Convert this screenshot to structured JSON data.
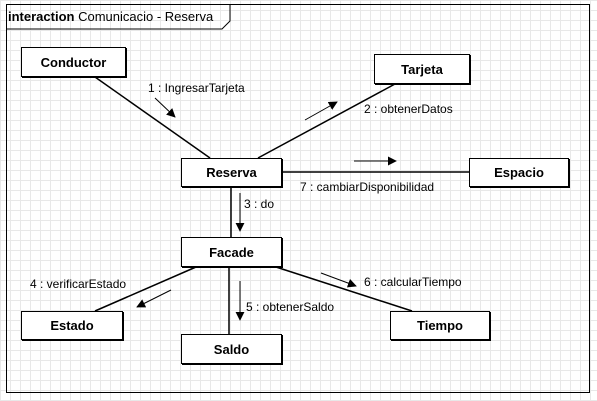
{
  "frame": {
    "keyword": "interaction",
    "name": "Comunicacio - Reserva"
  },
  "objects": {
    "conductor": "Conductor",
    "tarjeta": "Tarjeta",
    "reserva": "Reserva",
    "espacio": "Espacio",
    "facade": "Facade",
    "estado": "Estado",
    "saldo": "Saldo",
    "tiempo": "Tiempo"
  },
  "messages": {
    "m1": "1 : IngresarTarjeta",
    "m2": "2 : obtenerDatos",
    "m3": "3 : do",
    "m4": "4 : verificarEstado",
    "m5": "5 : obtenerSaldo",
    "m6": "6 : calcularTiempo",
    "m7": "7 : cambiarDisponibilidad"
  }
}
